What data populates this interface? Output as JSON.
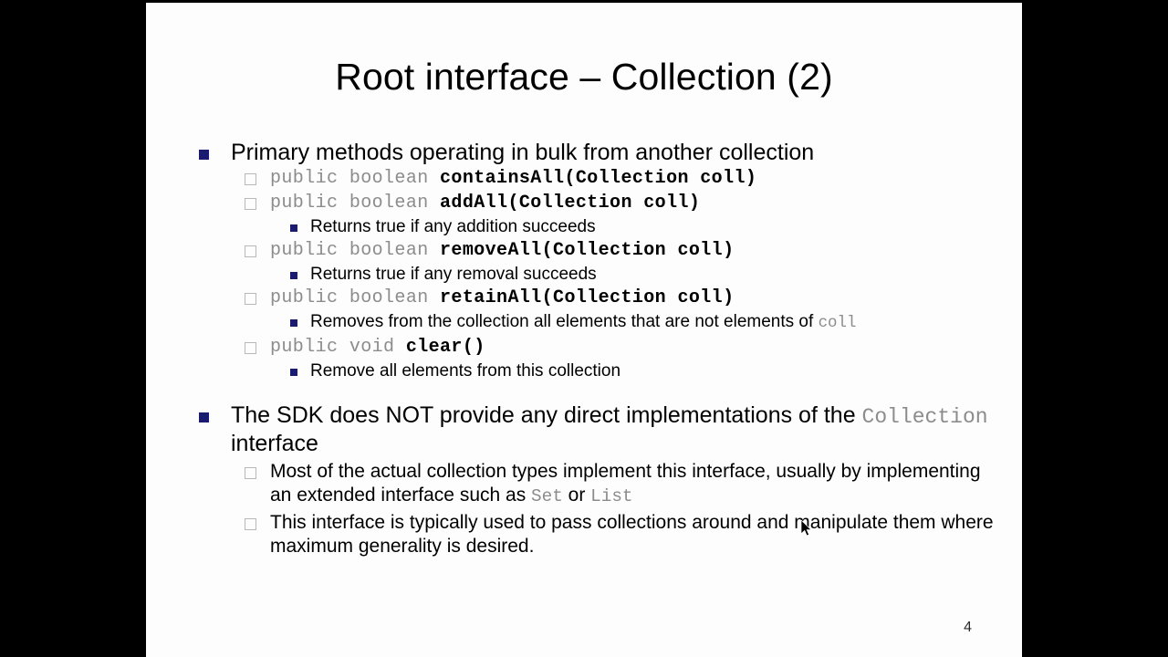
{
  "slide": {
    "title": "Root interface – Collection (2)",
    "page_number": "4",
    "background_color": "#fdfdfd",
    "letterbox_color": "#000000",
    "bullet_level1_color": "#1a1a6e",
    "bullet_level2_color": "#b8b8b8",
    "bullet_level3_color": "#1a1a6e",
    "code_keyword_color": "#8c8c8c",
    "code_method_color": "#000000"
  },
  "content": {
    "b1": {
      "text": "Primary methods operating in bulk from another collection"
    },
    "m1": {
      "keyword": "public boolean ",
      "signature": "containsAll(Collection coll)"
    },
    "m2": {
      "keyword": "public boolean ",
      "signature": "addAll(Collection coll)"
    },
    "m2note": {
      "text": "Returns true if any addition succeeds"
    },
    "m3": {
      "keyword": "public boolean ",
      "signature": "removeAll(Collection coll)"
    },
    "m3note": {
      "text": "Returns true if any removal succeeds"
    },
    "m4": {
      "keyword": "public boolean ",
      "signature": "retainAll(Collection coll)"
    },
    "m4note": {
      "prefix": "Removes from the collection all elements that are not elements of ",
      "code": "coll"
    },
    "m5": {
      "keyword": "public void ",
      "signature": "clear()"
    },
    "m5note": {
      "text": "Remove all elements from this collection"
    },
    "b2": {
      "prefix": "The SDK does NOT provide any direct implementations of the ",
      "code": "Collection",
      "suffix": " interface"
    },
    "b2s1": {
      "prefix": "Most of the actual collection types implement this interface, usually by implementing an extended interface such as ",
      "code1": "Set",
      "middle": " or ",
      "code2": "List"
    },
    "b2s2": {
      "text": "This interface is typically used to pass collections around and manipulate them where maximum generality is desired."
    }
  }
}
